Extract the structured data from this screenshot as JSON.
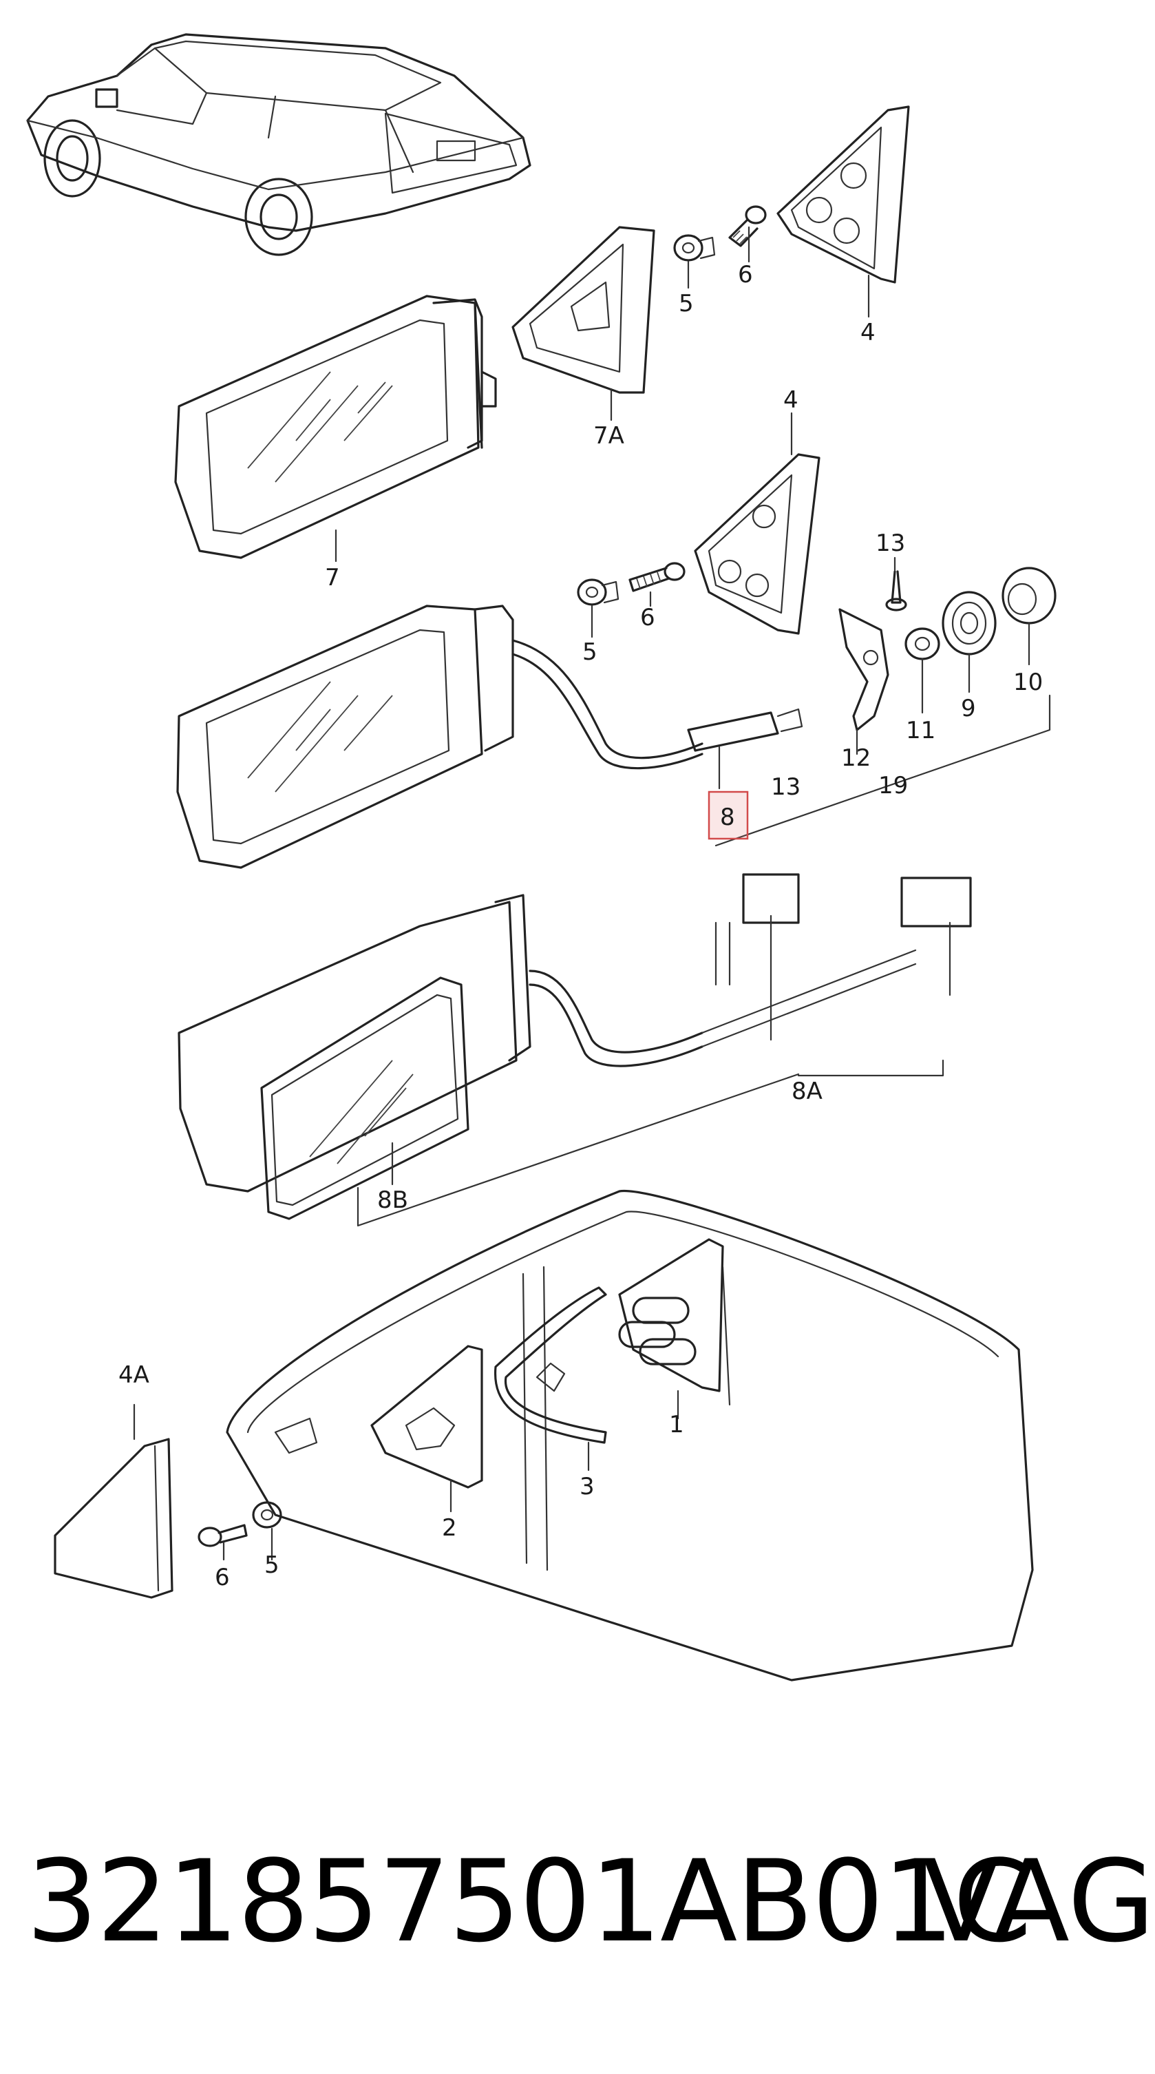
{
  "diagram": {
    "labels": {
      "l5a": "5",
      "l6a": "6",
      "l4a": "4",
      "l7A": "7A",
      "l7": "7",
      "l4b": "4",
      "l13a": "13",
      "l5b": "5",
      "l6b": "6",
      "l11": "11",
      "l9": "9",
      "l10": "10",
      "l12": "12",
      "l8": "8",
      "l13b": "13",
      "l19": "19",
      "l8A": "8A",
      "l8B": "8B",
      "l4A": "4A",
      "l1": "1",
      "l3": "3",
      "l2": "2",
      "l6c": "6",
      "l5c": "5"
    },
    "highlight_color": "#d24a4a"
  },
  "footer": {
    "part_number": "321857501AB01C",
    "brand": "VAG"
  }
}
